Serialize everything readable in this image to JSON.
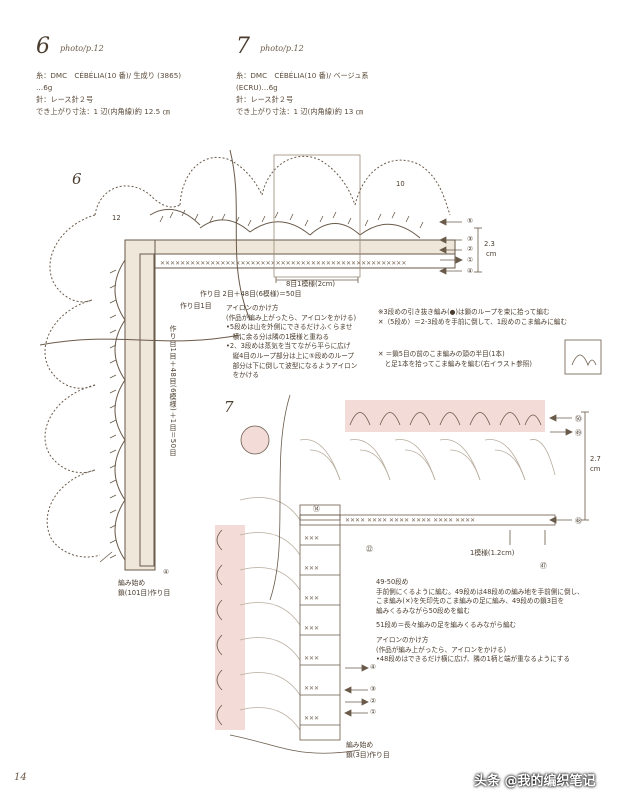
{
  "pattern6": {
    "number": "6",
    "photo": "photo/p.12",
    "info": [
      "糸：DMC　CÉBÉLIA(10 番)/ 生成り (3865)",
      "…6g",
      "針：レース針２号",
      "でき上がり寸法：1 辺(内角線)約 12.5 ㎝"
    ]
  },
  "pattern7": {
    "number": "7",
    "photo": "photo/p.12",
    "info": [
      "糸：DMC　CÉBÉLIA(10 番)/ ベージュ系",
      "(ECRU)…6g",
      "針：レース針２号",
      "でき上がり寸法：1 辺(内角線)約 13 ㎝"
    ]
  },
  "diagram6": {
    "title": "6",
    "round_12": "12",
    "round_10": "10",
    "rounds": [
      "⑤",
      "③",
      "②",
      "①",
      "④"
    ],
    "height": "2.3",
    "height_unit": "cm",
    "repeat_label": "8目1模様(2cm)",
    "row_count": "作り目 2目＋48目(6模様)＝50目",
    "start_label": "作り目1目",
    "vertical_count": "作り目1目＋48目(6模様)＋1目＝50目",
    "corner_round": "④",
    "start_note": [
      "編み始め",
      "鎖(101目)作り目"
    ]
  },
  "iron_note": {
    "title": "アイロンのかけ方",
    "lines": [
      "(作品が編み上がったら、アイロンをかける)",
      "•5段めは山を外側にできるだけふくらませ",
      "　横に余る分は隣の1模様と重ねる",
      "•2、3段めは蒸気を当てながら平らに広げ",
      "　縦4目のループ部分は上に⑤段めのループ",
      "　部分は下に倒して波型になるようアイロン",
      "　をかける"
    ]
  },
  "legend": {
    "line1": "※3段めの引き抜き編み(●)は鎖のループを束に拾って編む",
    "line2": "✕（5段め）＝2-3段めを手前に倒して、1段めのこま編みに編む",
    "line3": "✕ ＝鎖5目の前のこま編みの頭の半目(1本)",
    "line4": "　と足1本を拾ってこま編みを編む(右イラスト参照)"
  },
  "diagram7": {
    "title": "7",
    "top_rounds": [
      "㊿",
      "㊾"
    ],
    "height": "2.7",
    "height_unit": "cm",
    "repeat_label": "1模様(1.2cm)",
    "round_48": "㊽",
    "round_47": "㊼",
    "round_14": "⑭",
    "round_22": "㉒",
    "side_rounds": [
      "④",
      "③",
      "②",
      "①"
    ],
    "start_note": [
      "編み始め",
      "鎖(3目)作り目"
    ]
  },
  "notes7": {
    "title": "49-50段め",
    "lines": [
      "手前側にくるように編む。49段めは48段めの編み地を手前側に倒し、",
      "こま編み(✕)を矢印先のこま編みの足に編み、49段めの鎖3目を",
      "編みくるみながら50段めを編む"
    ],
    "line51": "51段め＝長々編みの足を編みくるみながら編む",
    "iron_title": "アイロンのかけ方",
    "iron_lines": [
      "(作品が編み上がったら、アイロンをかける)",
      "•48段めはできるだけ横に広げ、隣の1柄と端が重なるようにする"
    ]
  },
  "page_number": "14",
  "watermark": "头条 @我的编织笔记",
  "colors": {
    "ink": "#5b4b3a",
    "pink": "#f3dcd8",
    "cream": "#efe7da",
    "stitch": "#6a5a4a"
  }
}
